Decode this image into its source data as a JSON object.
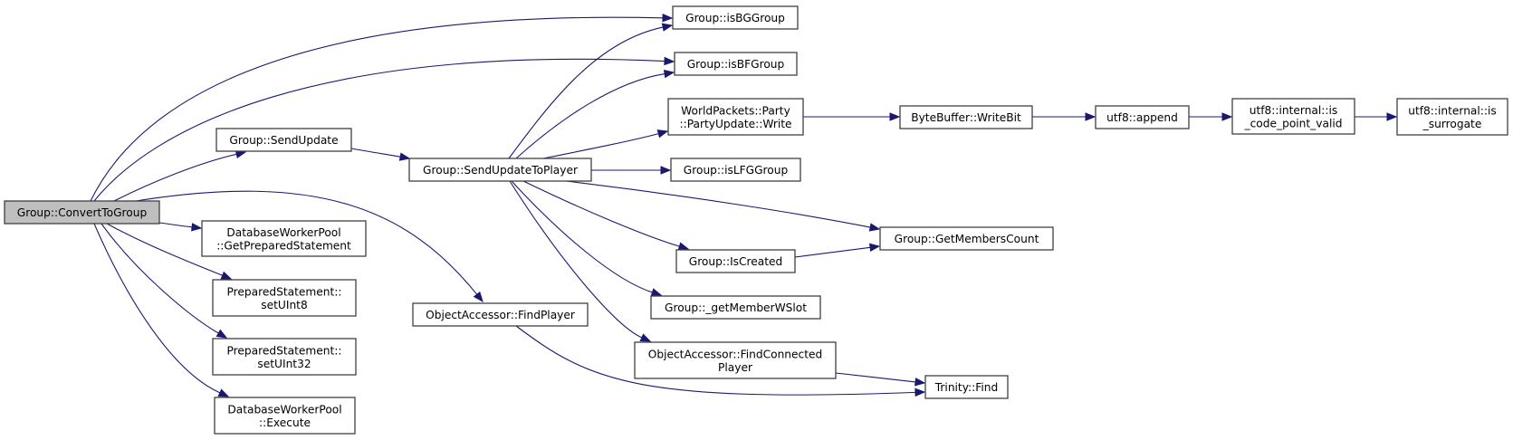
{
  "diagram": {
    "type": "call-graph",
    "root": "convert_to_group",
    "colors": {
      "edge": "#191970",
      "node_border": "#404040",
      "node_fill": "#ffffff",
      "root_fill": "#bfbfbf"
    },
    "nodes": [
      {
        "id": "convert_to_group",
        "lines": [
          "Group::ConvertToGroup"
        ]
      },
      {
        "id": "is_bg_group",
        "lines": [
          "Group::isBGGroup"
        ]
      },
      {
        "id": "is_bf_group",
        "lines": [
          "Group::isBFGroup"
        ]
      },
      {
        "id": "send_update",
        "lines": [
          "Group::SendUpdate"
        ]
      },
      {
        "id": "send_update_to_player",
        "lines": [
          "Group::SendUpdateToPlayer"
        ]
      },
      {
        "id": "party_update_write",
        "lines": [
          "WorldPackets::Party",
          "::PartyUpdate::Write"
        ]
      },
      {
        "id": "write_bit",
        "lines": [
          "ByteBuffer::WriteBit"
        ]
      },
      {
        "id": "utf8_append",
        "lines": [
          "utf8::append"
        ]
      },
      {
        "id": "is_code_point_valid",
        "lines": [
          "utf8::internal::is",
          "_code_point_valid"
        ]
      },
      {
        "id": "is_surrogate",
        "lines": [
          "utf8::internal::is",
          "_surrogate"
        ]
      },
      {
        "id": "is_lfg_group",
        "lines": [
          "Group::isLFGGroup"
        ]
      },
      {
        "id": "get_prepared_statement",
        "lines": [
          "DatabaseWorkerPool",
          "::GetPreparedStatement"
        ]
      },
      {
        "id": "get_members_count",
        "lines": [
          "Group::GetMembersCount"
        ]
      },
      {
        "id": "is_created",
        "lines": [
          "Group::IsCreated"
        ]
      },
      {
        "id": "set_uint8",
        "lines": [
          "PreparedStatement::",
          "setUInt8"
        ]
      },
      {
        "id": "get_member_wslot",
        "lines": [
          "Group::_getMemberWSlot"
        ]
      },
      {
        "id": "find_player",
        "lines": [
          "ObjectAccessor::FindPlayer"
        ]
      },
      {
        "id": "set_uint32",
        "lines": [
          "PreparedStatement::",
          "setUInt32"
        ]
      },
      {
        "id": "find_connected_player",
        "lines": [
          "ObjectAccessor::FindConnected",
          "Player"
        ]
      },
      {
        "id": "trinity_find",
        "lines": [
          "Trinity::Find"
        ]
      },
      {
        "id": "execute",
        "lines": [
          "DatabaseWorkerPool",
          "::Execute"
        ]
      }
    ],
    "edges": [
      {
        "from": "convert_to_group",
        "to": "is_bg_group"
      },
      {
        "from": "convert_to_group",
        "to": "is_bf_group"
      },
      {
        "from": "convert_to_group",
        "to": "send_update"
      },
      {
        "from": "convert_to_group",
        "to": "find_player"
      },
      {
        "from": "convert_to_group",
        "to": "get_prepared_statement"
      },
      {
        "from": "convert_to_group",
        "to": "set_uint8"
      },
      {
        "from": "convert_to_group",
        "to": "set_uint32"
      },
      {
        "from": "convert_to_group",
        "to": "execute"
      },
      {
        "from": "send_update",
        "to": "send_update_to_player"
      },
      {
        "from": "send_update_to_player",
        "to": "is_bg_group"
      },
      {
        "from": "send_update_to_player",
        "to": "is_bf_group"
      },
      {
        "from": "send_update_to_player",
        "to": "party_update_write"
      },
      {
        "from": "send_update_to_player",
        "to": "is_lfg_group"
      },
      {
        "from": "send_update_to_player",
        "to": "get_members_count"
      },
      {
        "from": "send_update_to_player",
        "to": "is_created"
      },
      {
        "from": "send_update_to_player",
        "to": "get_member_wslot"
      },
      {
        "from": "send_update_to_player",
        "to": "find_connected_player"
      },
      {
        "from": "party_update_write",
        "to": "write_bit"
      },
      {
        "from": "write_bit",
        "to": "utf8_append"
      },
      {
        "from": "utf8_append",
        "to": "is_code_point_valid"
      },
      {
        "from": "is_code_point_valid",
        "to": "is_surrogate"
      },
      {
        "from": "is_created",
        "to": "get_members_count"
      },
      {
        "from": "find_player",
        "to": "trinity_find"
      },
      {
        "from": "find_connected_player",
        "to": "trinity_find"
      }
    ]
  }
}
